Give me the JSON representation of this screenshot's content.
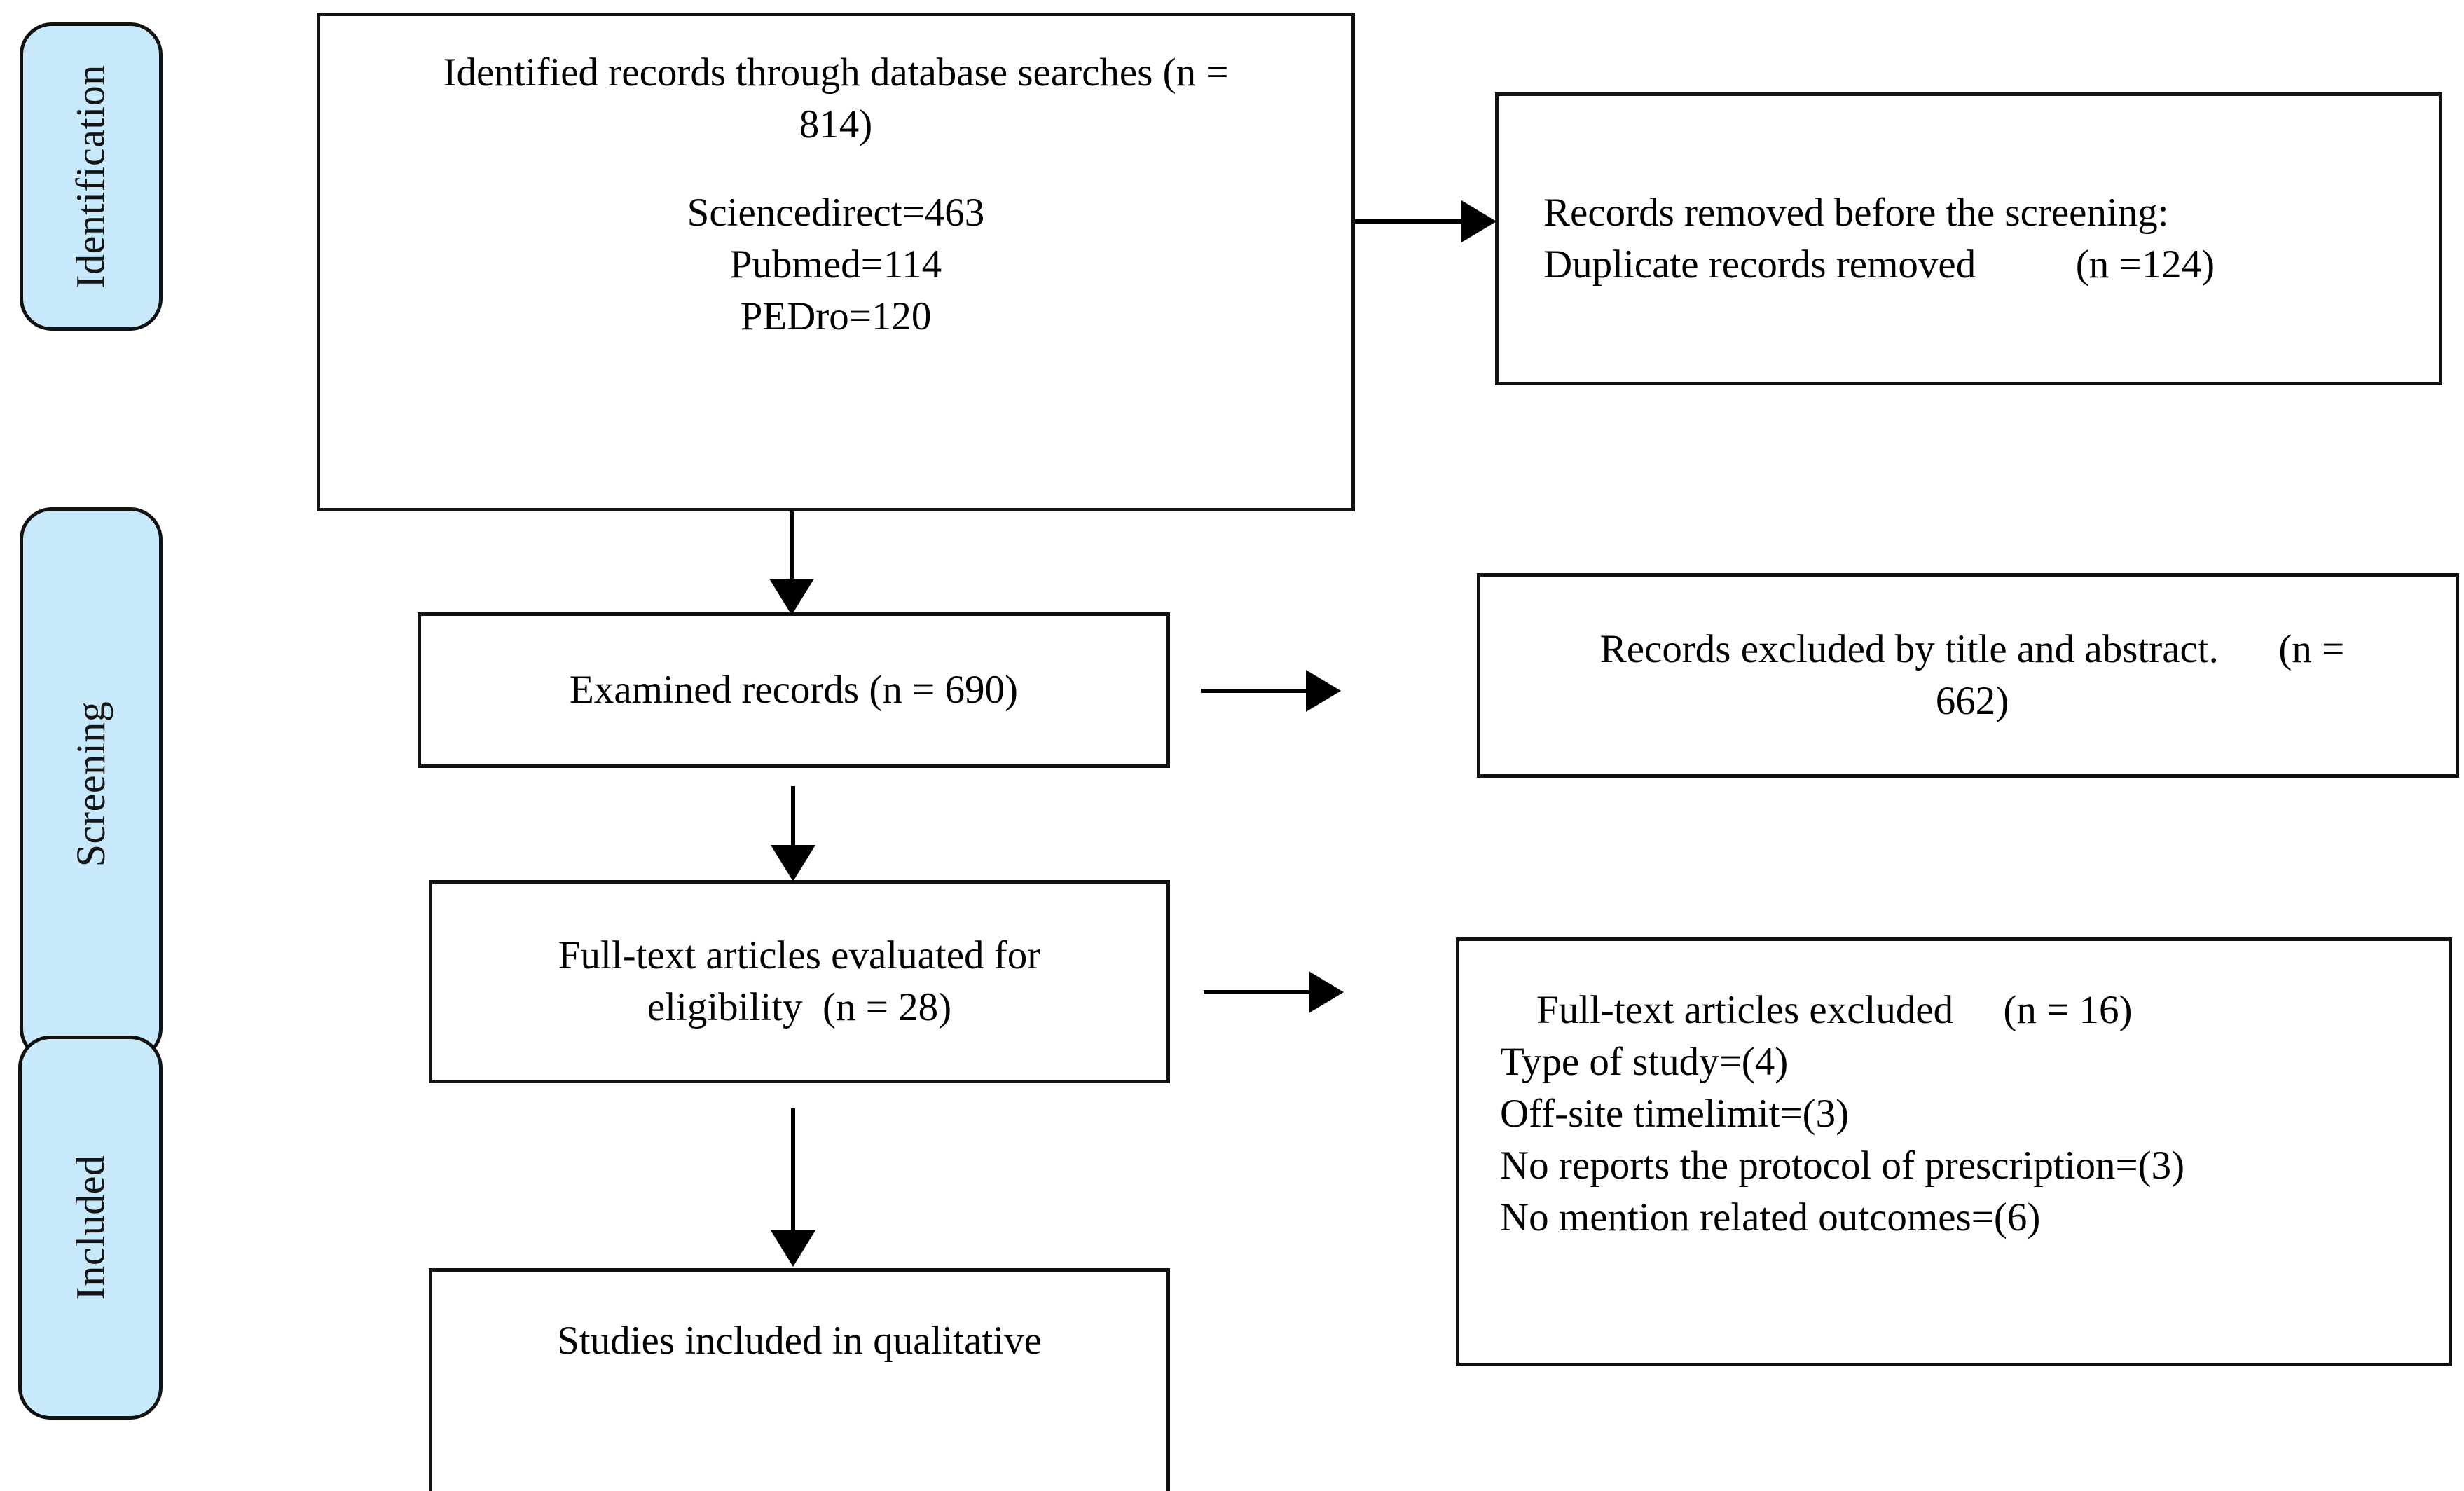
{
  "diagram": {
    "title": "PRISMA study selection flow diagram",
    "accent_blue": "#C8E9FB",
    "border_color": "#111111"
  },
  "phases": [
    {
      "label": "Identification"
    },
    {
      "label": "Screening"
    },
    {
      "label": "Included"
    }
  ],
  "boxes": {
    "identified": {
      "line1": "Identified records through database searches (n =",
      "line2": "814)",
      "source1": "Sciencedirect=463",
      "source2": "Pubmed=114",
      "source3": "PEDro=120"
    },
    "removed_before_screening": {
      "line1": "Records removed before the screening:",
      "line2": "Duplicate records removed          (n =124)"
    },
    "examined": {
      "line1": "Examined records (n = 690)"
    },
    "excluded_title_abstract": {
      "line1": "Records excluded by title and abstract.      (n =",
      "line2": "662)"
    },
    "fulltext_eligibility": {
      "line1": "Full-text articles evaluated for",
      "line2": "eligibility  (n = 28)"
    },
    "fulltext_excluded": {
      "heading": "Full-text articles excluded     (n = 16)",
      "reason1": "Type of study=(4)",
      "reason2": "Off-site timelimit=(3)",
      "reason3": "No reports the protocol of prescription=(3)",
      "reason4": "No mention related outcomes=(6)"
    },
    "included_qualitative": {
      "line1": "Studies included in qualitative"
    }
  },
  "connectors": [
    {
      "name": "identified-to-removed",
      "direction": "right"
    },
    {
      "name": "identified-to-examined",
      "direction": "down"
    },
    {
      "name": "examined-to-excluded",
      "direction": "right"
    },
    {
      "name": "examined-to-fulltext",
      "direction": "down"
    },
    {
      "name": "fulltext-to-excluded",
      "direction": "right"
    },
    {
      "name": "fulltext-to-included",
      "direction": "down"
    }
  ]
}
